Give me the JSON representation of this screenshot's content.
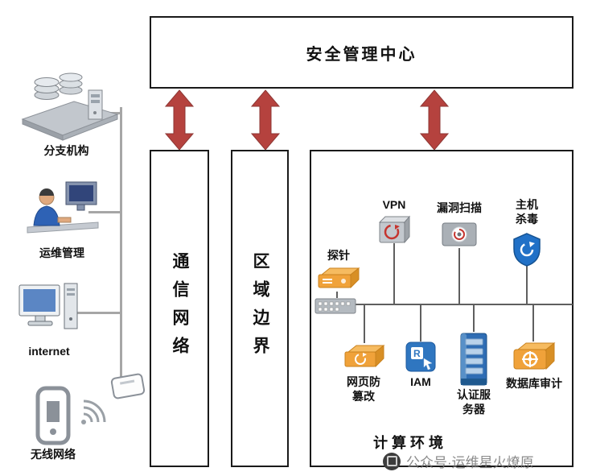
{
  "title": "安全管理中心",
  "left_nodes": [
    {
      "label": "分支机构",
      "icon": "branch-servers-icon"
    },
    {
      "label": "运维管理",
      "icon": "operator-icon"
    },
    {
      "label": "internet",
      "icon": "desktop-icon"
    },
    {
      "label": "无线网络",
      "icon": "mobile-icon"
    }
  ],
  "columns": [
    {
      "label": "通信网络"
    },
    {
      "label": "区域边界"
    }
  ],
  "computing": {
    "label": "计算环境",
    "devices": {
      "probe": "探针",
      "vpn": "VPN",
      "scan": "漏洞扫描",
      "antivirus": "主机杀毒",
      "web_tamper": "网页防篡改",
      "iam": "IAM",
      "auth_server": "认证服务器",
      "db_audit": "数据库审计"
    }
  },
  "watermark": {
    "text": "公众号·运维星火燎原"
  },
  "colors": {
    "arrow_red": "#B5423E",
    "device_orange": "#F0A23A",
    "device_blue": "#2F6DB4",
    "shield_blue": "#2171C7",
    "line_gray": "#A6A6A6",
    "bus_gray": "#5F5F5F",
    "border_black": "#1A1A1A"
  }
}
